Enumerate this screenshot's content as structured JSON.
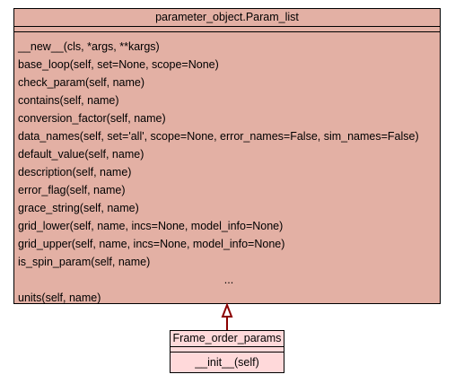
{
  "parent_class": {
    "name": "parameter_object.Param_list",
    "methods": [
      "__new__(cls, *args, **kargs)",
      "base_loop(self, set=None, scope=None)",
      "check_param(self, name)",
      "contains(self, name)",
      "conversion_factor(self, name)",
      "data_names(self, set='all', scope=None, error_names=False, sim_names=False)",
      "default_value(self, name)",
      "description(self, name)",
      "error_flag(self, name)",
      "grace_string(self, name)",
      "grid_lower(self, name, incs=None, model_info=None)",
      "grid_upper(self, name, incs=None, model_info=None)",
      "is_spin_param(self, name)",
      "...",
      "units(self, name)"
    ],
    "fill_color": "#e3b0a4"
  },
  "child_class": {
    "name": "Frame_order_params",
    "methods": [
      "__init__(self)"
    ],
    "fill_color": "#ffd9da"
  },
  "arrow_color": "#8b0000"
}
